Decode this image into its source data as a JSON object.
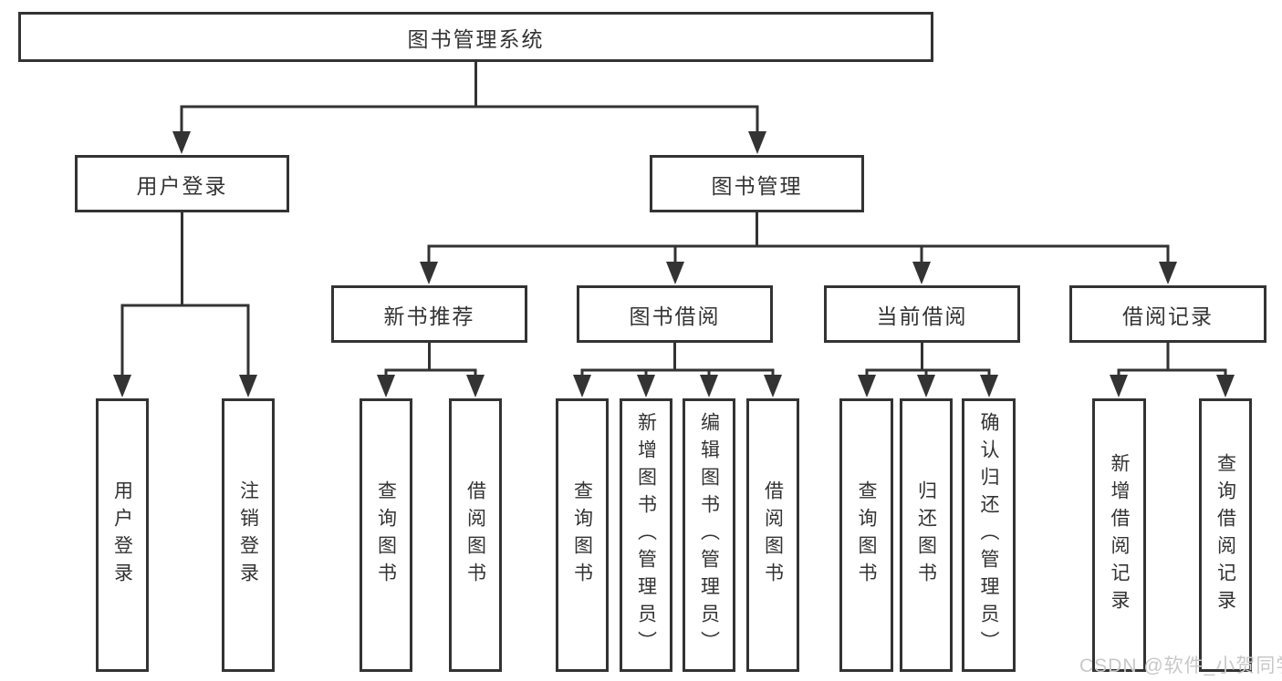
{
  "title": "图书管理系统",
  "nodes": {
    "user_login": "用户登录",
    "book_management": "图书管理",
    "new_book_recommend": "新书推荐",
    "book_borrow": "图书借阅",
    "current_borrow": "当前借阅",
    "borrow_records": "借阅记录"
  },
  "leaves": {
    "user_login": "用户登录",
    "logout": "注销登录",
    "recommend_query_books": "查询图书",
    "recommend_borrow_books": "借阅图书",
    "borrow_query_books": "查询图书",
    "borrow_add_books": "新增图书（管理员）",
    "borrow_edit_books": "编辑图书（管理员）",
    "borrow_borrow_books": "借阅图书",
    "current_query_books": "查询图书",
    "current_return_books": "归还图书",
    "current_confirm_return": "确认归还（管理员）",
    "records_add": "新增借阅记录",
    "records_query": "查询借阅记录"
  },
  "watermark": "CSDN @软件_小贺同学",
  "colors": {
    "line": "#333333",
    "text": "#333333",
    "box_background": "#ffffff",
    "watermark": "#c8c8c8",
    "page_background": "#ffffff"
  }
}
